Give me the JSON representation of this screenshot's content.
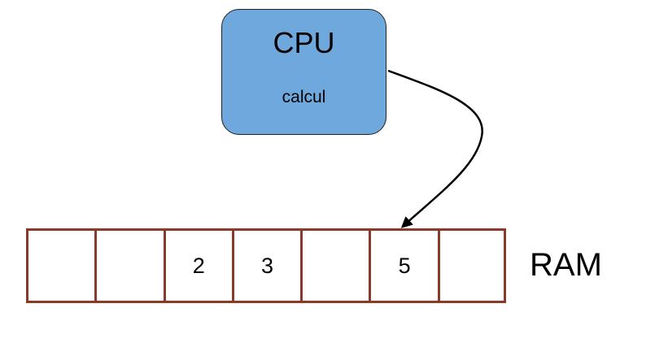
{
  "cpu": {
    "title": "CPU",
    "subtitle": "calcul",
    "fill_color": "#6fa8dc"
  },
  "ram": {
    "label": "RAM",
    "border_color": "#8b3a2a",
    "cells": [
      "",
      "",
      "2",
      "3",
      "",
      "5",
      ""
    ]
  },
  "arrow": {
    "from": "cpu",
    "to_cell_index": 5
  }
}
